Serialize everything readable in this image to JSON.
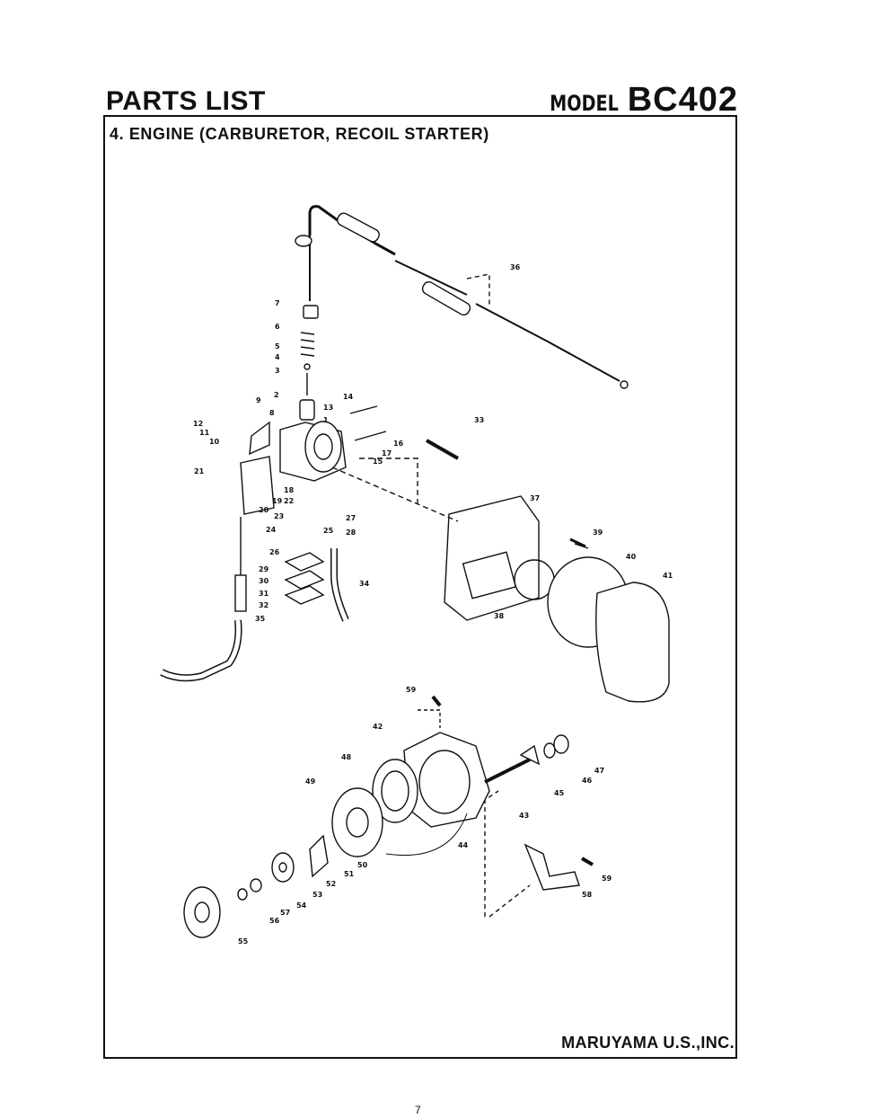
{
  "header": {
    "title": "PARTS LIST",
    "model_label": "MODEL",
    "model_number": "BC402"
  },
  "section": {
    "title": "4. ENGINE (CARBURETOR, RECOIL STARTER)"
  },
  "footer": {
    "company": "MARUYAMA U.S.,INC.",
    "page": "7"
  },
  "diagram": {
    "part_numbers": [
      "1",
      "2",
      "3",
      "4",
      "5",
      "6",
      "7",
      "8",
      "9",
      "10",
      "11",
      "12",
      "13",
      "14",
      "15",
      "16",
      "17",
      "18",
      "19",
      "20",
      "21",
      "22",
      "23",
      "24",
      "25",
      "26",
      "27",
      "28",
      "29",
      "30",
      "31",
      "32",
      "33",
      "34",
      "35",
      "36",
      "37",
      "38",
      "39",
      "40",
      "41",
      "42",
      "43",
      "44",
      "45",
      "46",
      "47",
      "48",
      "49",
      "50",
      "51",
      "52",
      "53",
      "54",
      "55",
      "56",
      "57",
      "58",
      "59",
      "59"
    ]
  }
}
